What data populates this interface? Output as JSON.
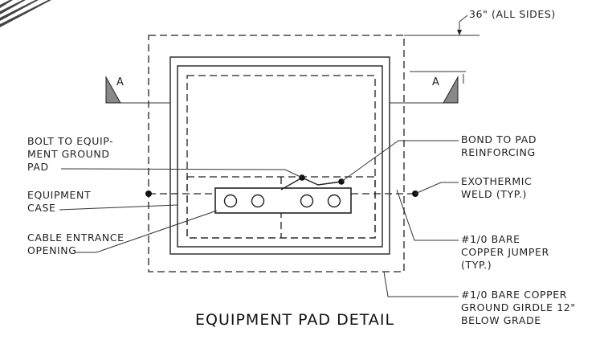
{
  "title": "EQUIPMENT PAD DETAIL",
  "section_marker": "A",
  "labels": {
    "clearance": "36\" (ALL SIDES)",
    "bolt": [
      "BOLT TO EQUIP-",
      "MENT GROUND",
      "PAD"
    ],
    "equipment_case": [
      "EQUIPMENT",
      "CASE"
    ],
    "cable_entrance": [
      "CABLE ENTRANCE",
      "OPENING"
    ],
    "bond": [
      "BOND TO PAD",
      "REINFORCING"
    ],
    "exothermic": [
      "EXOTHERMIC",
      "WELD (TYP.)"
    ],
    "jumper": [
      "#1/0 BARE",
      "COPPER JUMPER",
      "(TYP.)"
    ],
    "girdle": [
      "#1/0 BARE COPPER",
      "GROUND GIRDLE 12\"",
      "BELOW GRADE"
    ]
  },
  "colors": {
    "ink": "#222222",
    "background": "#ffffff"
  }
}
